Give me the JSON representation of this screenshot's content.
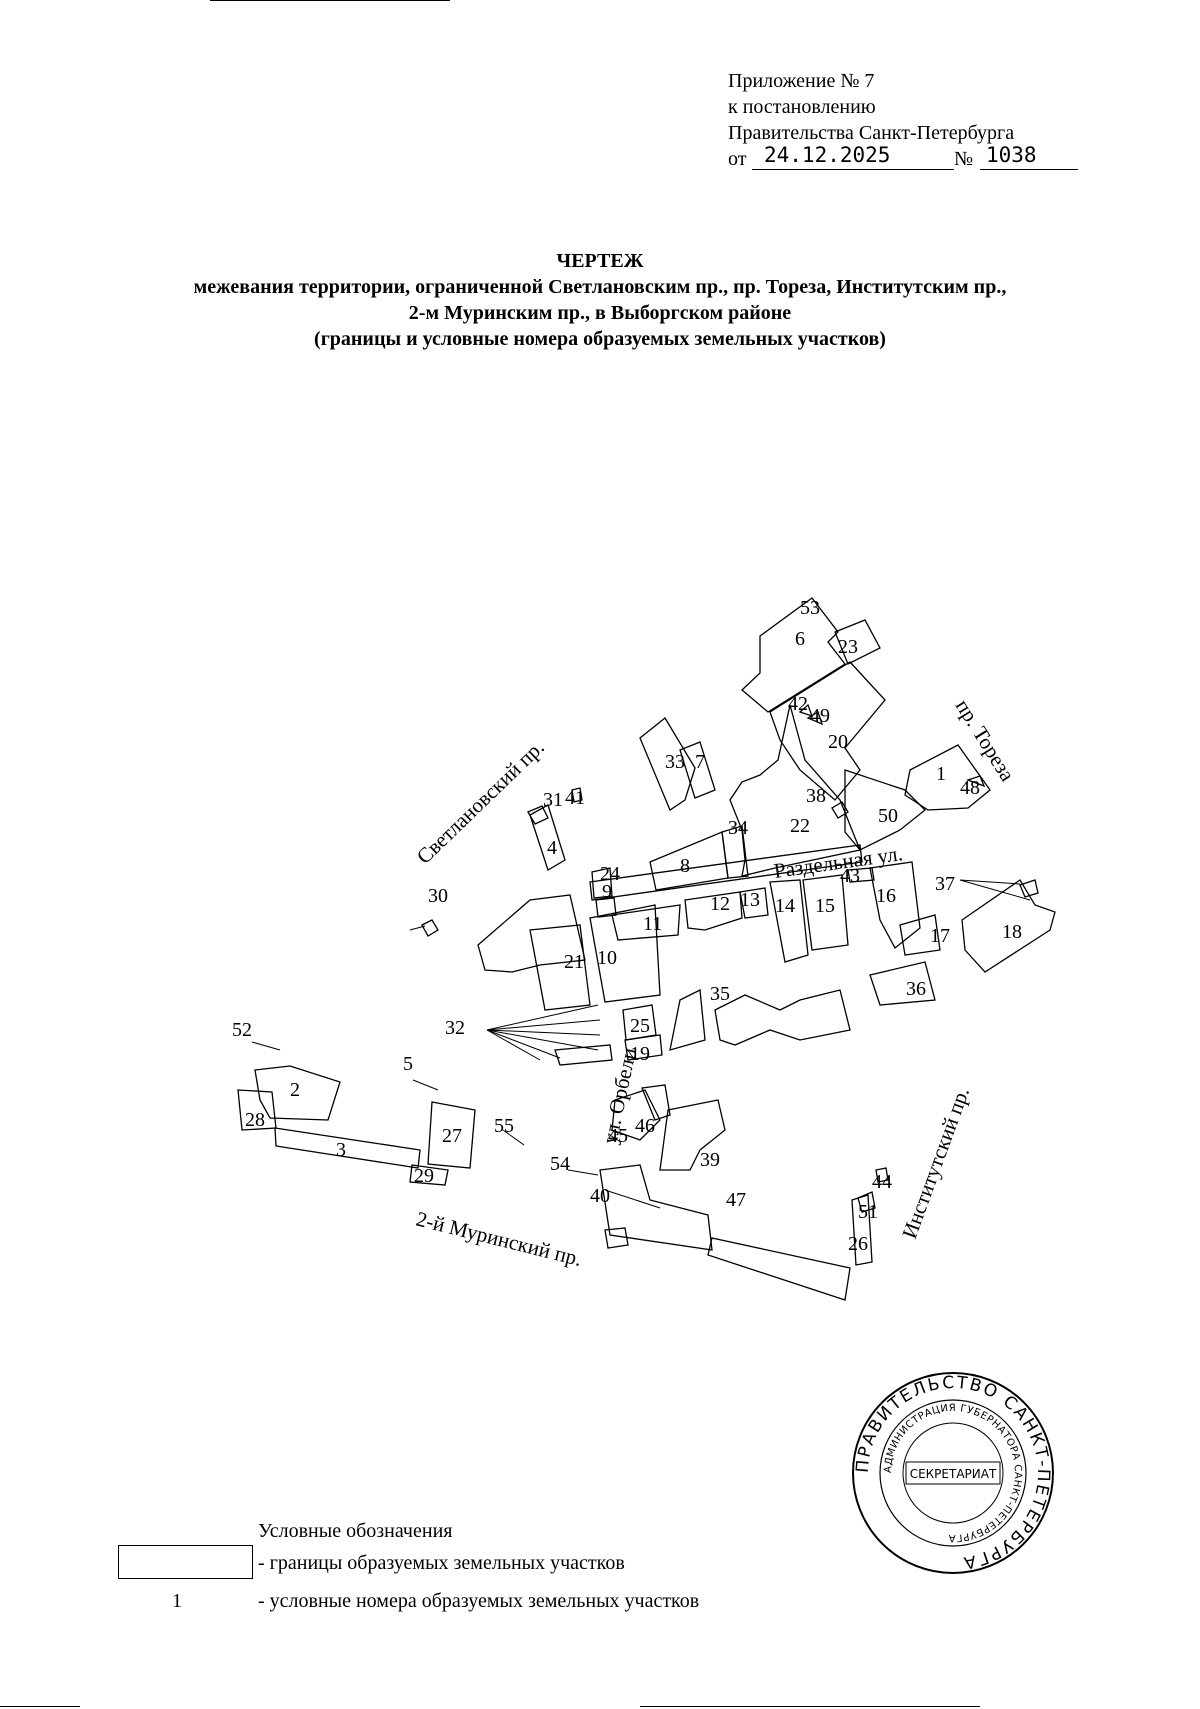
{
  "header": {
    "line1": "Приложение № 7",
    "line2": "к постановлению",
    "line3": "Правительства Санкт-Петербурга",
    "date_prefix": "от",
    "date": "24.12.2025",
    "number_prefix": "№",
    "number": "1038"
  },
  "title": {
    "heading": "ЧЕРТЕЖ",
    "line1": "межевания территории, ограниченной Светлановским пр., пр. Тореза, Институтским пр.,",
    "line2": "2-м Муринским пр., в Выборгском районе",
    "line3": "(границы и условные номера образуемых земельных участков)"
  },
  "streets": {
    "svetlanovsky": "Светлановский пр.",
    "toreza": "пр. Тореза",
    "razdelnaya": "Раздельная ул.",
    "orbeli": "ул. Орбели",
    "institutsky": "Институтский пр.",
    "murinsky": "2-й Муринский пр."
  },
  "parcels": [
    "1",
    "2",
    "3",
    "4",
    "5",
    "6",
    "7",
    "8",
    "9",
    "10",
    "11",
    "12",
    "13",
    "14",
    "15",
    "16",
    "17",
    "18",
    "19",
    "20",
    "21",
    "22",
    "23",
    "24",
    "25",
    "26",
    "27",
    "28",
    "29",
    "30",
    "31",
    "32",
    "33",
    "34",
    "35",
    "36",
    "37",
    "38",
    "39",
    "40",
    "41",
    "42",
    "43",
    "44",
    "45",
    "46",
    "47",
    "48",
    "49",
    "50",
    "51",
    "52",
    "53",
    "54",
    "55"
  ],
  "legend": {
    "title": "Условные обозначения",
    "boundaries": "- границы образуемых земельных участков",
    "sample_number": "1",
    "numbers": "- условные номера образуемых земельных участков"
  },
  "stamp": {
    "outer": "ПРАВИТЕЛЬСТВО САНКТ-ПЕТЕРБУРГА",
    "inner": "АДМИНИСТРАЦИЯ ГУБЕРНАТОРА САНКТ-ПЕТЕРБУРГА",
    "center": "СЕКРЕТАРИАТ"
  }
}
